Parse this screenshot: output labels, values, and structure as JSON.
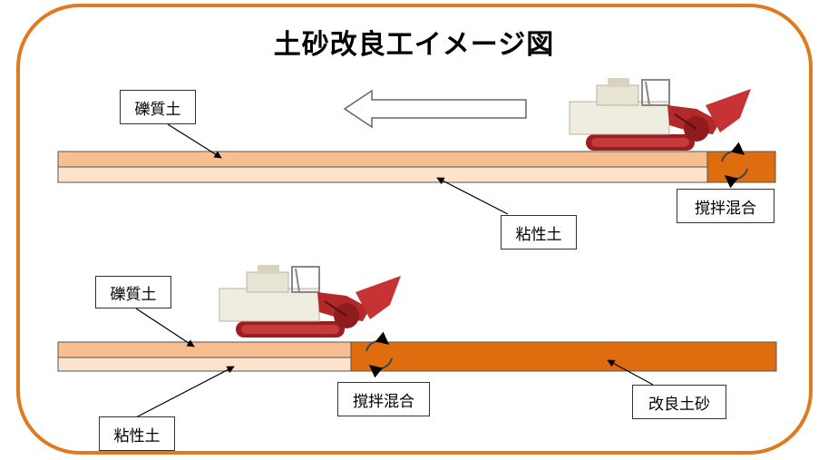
{
  "title": "土砂改良工イメージ図",
  "colors": {
    "frame": "#e07a1f",
    "gravel_soil": "#f7bf8f",
    "clay_soil": "#fbe3cc",
    "improved_soil": "#e06c10",
    "machine_body": "#efece0",
    "machine_red": "#b3282a"
  },
  "top": {
    "gravel_label": "礫質土",
    "clay_label": "粘性土",
    "mix_label": "撹拌混合"
  },
  "bottom": {
    "gravel_label": "礫質土",
    "clay_label": "粘性土",
    "mix_label": "撹拌混合",
    "improved_label": "改良土砂"
  },
  "icons": {
    "direction": "left-arrow-icon",
    "mixing": "rotation-arrows-icon",
    "machine": "soil-improvement-machine"
  }
}
